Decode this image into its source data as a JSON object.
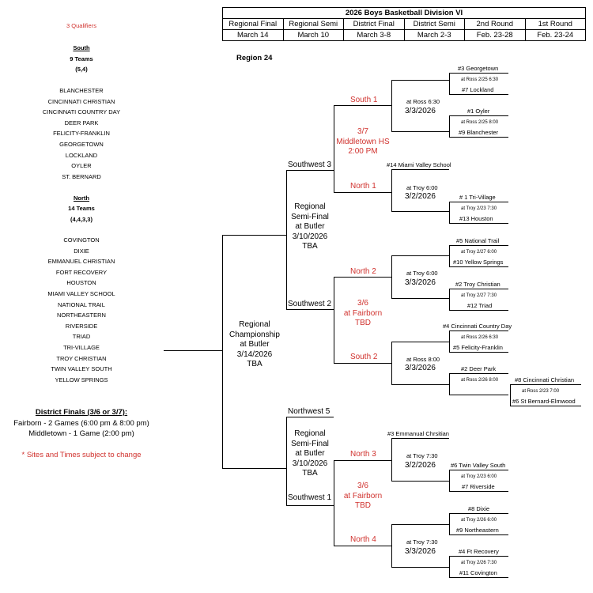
{
  "header": {
    "title": "2026 Boys Basketball Division VI",
    "rounds": [
      "Regional Final",
      "Regional Semi",
      "District Final",
      "District Semi",
      "2nd Round",
      "1st Round"
    ],
    "dates": [
      "March 14",
      "March 10",
      "March 3-8",
      "March 2-3",
      "Feb. 23-28",
      "Feb. 23-24"
    ]
  },
  "left": {
    "qualifiers": "3 Qualifiers",
    "south": {
      "heading": "South",
      "count": "9 Teams",
      "split": "(5,4)",
      "teams": [
        "BLANCHESTER",
        "CINCINNATI CHRISTIAN",
        "CINCINNATI COUNTRY DAY",
        "DEER PARK",
        "FELICITY-FRANKLIN",
        "GEORGETOWN",
        "LOCKLAND",
        "OYLER",
        "ST. BERNARD"
      ]
    },
    "north": {
      "heading": "North",
      "count": "14 Teams",
      "split": "(4,4,3,3)",
      "teams": [
        "COVINGTON",
        "DIXIE",
        "EMMANUEL CHRISTIAN",
        "FORT RECOVERY",
        "HOUSTON",
        "MIAMI VALLEY SCHOOL",
        "NATIONAL TRAIL",
        "NORTHEASTERN",
        "RIVERSIDE",
        "TRIAD",
        "TRI-VILLAGE",
        "TROY CHRISTIAN",
        "TWIN VALLEY SOUTH",
        "YELLOW SPRINGS"
      ]
    },
    "district_title": "District Finals (3/6 or 3/7):",
    "district_lines": [
      "Fairborn - 2 Games (6:00 pm & 8:00 pm)",
      "Middletown - 1 Game (2:00 pm)"
    ],
    "note": "* Sites and Times subject to change"
  },
  "bracket": {
    "region": "Region 24",
    "final_lines": [
      "Regional",
      "Championship",
      "at Butler",
      "3/14/2026",
      "TBA"
    ],
    "semi_top_lines": [
      "Regional",
      "Semi-Final",
      "at Butler",
      "3/10/2026",
      "TBA"
    ],
    "semi_bot_lines": [
      "Regional",
      "Semi-Final",
      "at Butler",
      "3/10/2026",
      "TBA"
    ],
    "southwest3": "Southwest 3",
    "southwest2": "Southwest 2",
    "northwest5": "Northwest 5",
    "southwest1": "Southwest 1",
    "df1_lines": [
      "3/7",
      "Middletown HS",
      "2:00 PM"
    ],
    "df2_lines": [
      "3/6",
      "at Fairborn",
      "TBD"
    ],
    "df3_lines": [
      "3/6",
      "at Fairborn",
      "TBD"
    ],
    "south1": "South 1",
    "north1": "North 1",
    "north2": "North 2",
    "south2": "South 2",
    "north3": "North 3",
    "north4": "North 4",
    "ds": [
      {
        "site": "at Ross  6:30",
        "date": "3/3/2026"
      },
      {
        "site": "at Troy  6:00",
        "date": "3/2/2026"
      },
      {
        "site": "at Troy  6:00",
        "date": "3/3/2026"
      },
      {
        "site": "at Ross  8:00",
        "date": "3/3/2026"
      },
      {
        "site": "at Troy  7:30",
        "date": "3/2/2026"
      },
      {
        "site": "at Troy  7:30",
        "date": "3/3/2026"
      }
    ],
    "teams": {
      "georgetown": "#3 Georgetown",
      "lockland": "#7 Lockland",
      "oyler": "#1 Oyler",
      "blanchester": "#9 Blanchester",
      "mvs": "#14 Miami Valley School",
      "trivillage": "# 1 Tri-Village",
      "houston": "#13 Houston",
      "nationaltrail": "#5 National Trail",
      "yellowsprings": "#10 Yellow Springs",
      "troychristian": "#2 Troy Christian",
      "triad": "#12 Triad",
      "ccd": "#4 Cincinnati Country Day",
      "felicity": "#5 Felicity-Franklin",
      "deerpark": "#2 Deer Park",
      "cinchristian": "#8 Cincinnati Christian",
      "stbernard": "#6 St Bernard-Elmwood",
      "emmanuel": "#3 Emmanual Chrsitian",
      "tvs": "#6 Twin Valley South",
      "riverside": "#7 Riverside",
      "dixie": "#8 Dixie",
      "northeastern": "#9 Northeastern",
      "ftrecovery": "#4 Ft Recovery",
      "covington": "#11 Covington"
    },
    "games": {
      "g1": "at Ross 2/25  6:30",
      "g2": "at Ross 2/25  8:00",
      "g3": "at Troy 2/23  7:30",
      "g4": "at Troy 2/27  6:00",
      "g5": "at Troy 2/27  7:30",
      "g6": "at Ross 2/26  6:30",
      "g7": "at Ross 2/26  8:00",
      "g8": "at Ross 2/23  7:00",
      "g9": "at Troy 2/23  6:00",
      "g10": "at Troy 2/26  6:00",
      "g11": "at Troy 2/26  7:30"
    }
  }
}
